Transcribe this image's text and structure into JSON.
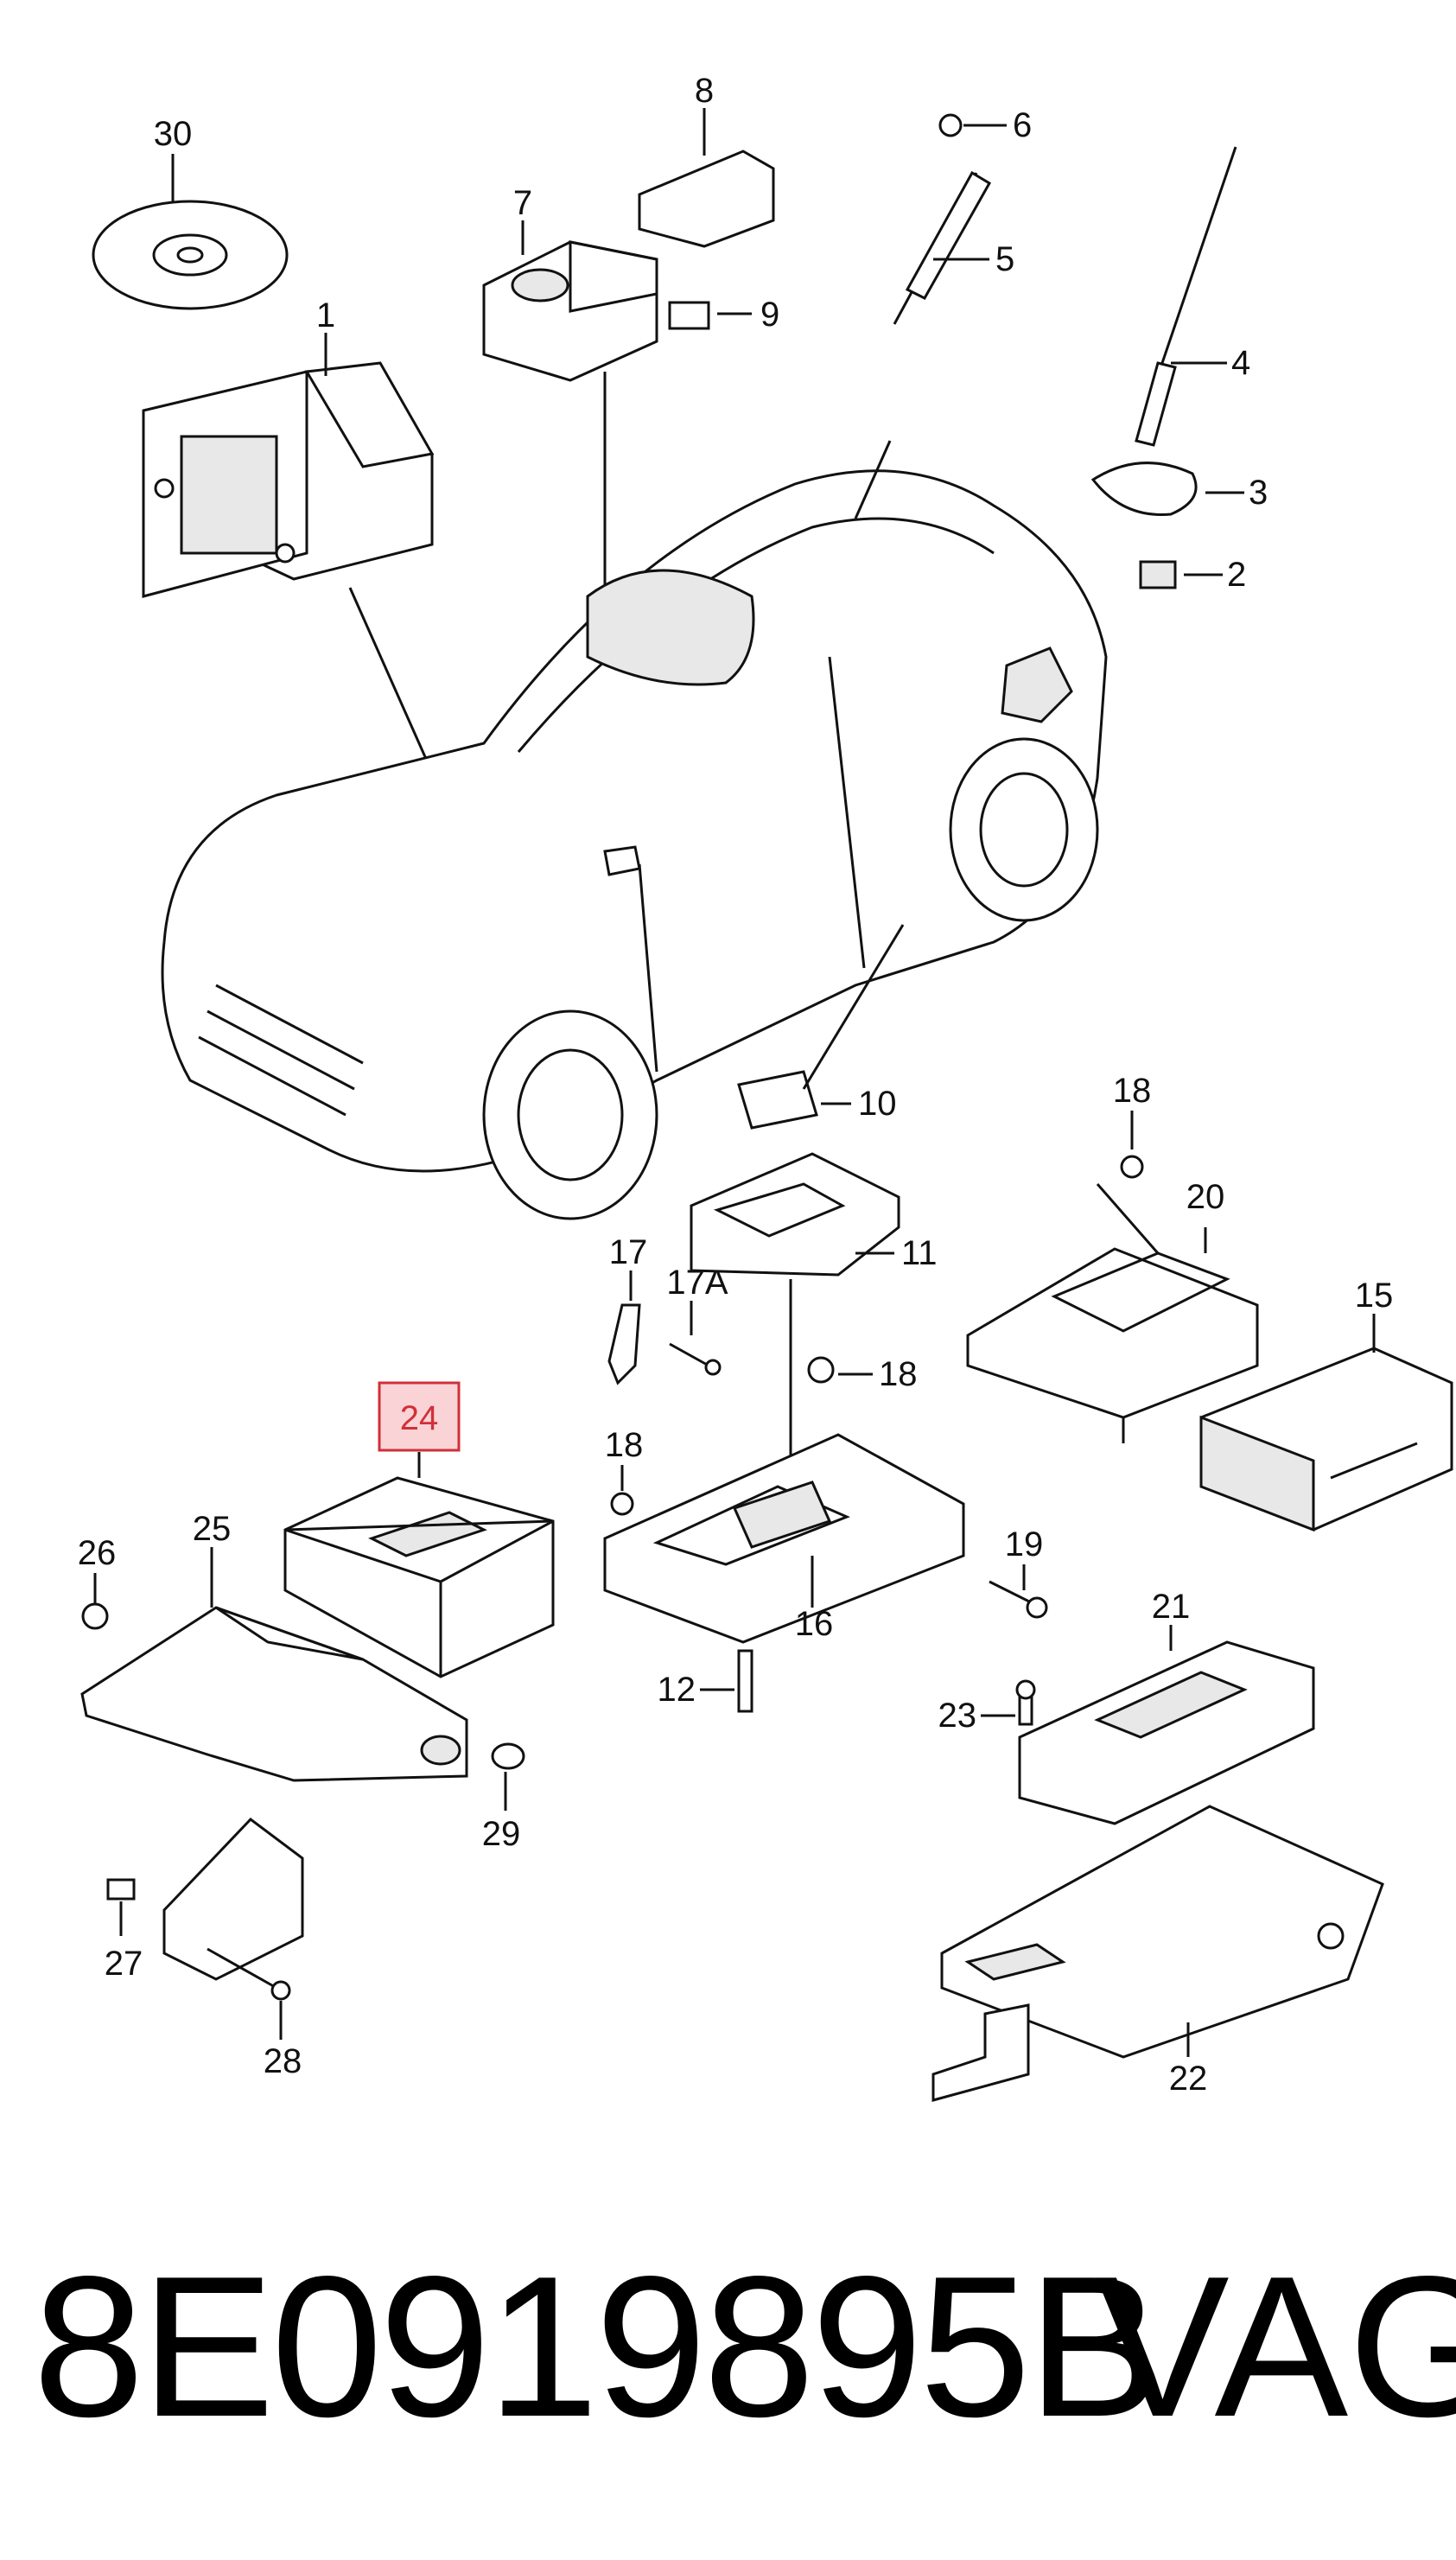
{
  "callouts": [
    {
      "id": "30",
      "text": "30"
    },
    {
      "id": "1",
      "text": "1"
    },
    {
      "id": "8",
      "text": "8"
    },
    {
      "id": "7",
      "text": "7"
    },
    {
      "id": "9",
      "text": "9"
    },
    {
      "id": "6",
      "text": "6"
    },
    {
      "id": "5",
      "text": "5"
    },
    {
      "id": "4",
      "text": "4"
    },
    {
      "id": "3",
      "text": "3"
    },
    {
      "id": "2",
      "text": "2"
    },
    {
      "id": "10",
      "text": "10"
    },
    {
      "id": "18a",
      "text": "18"
    },
    {
      "id": "20",
      "text": "20"
    },
    {
      "id": "11",
      "text": "11"
    },
    {
      "id": "17",
      "text": "17"
    },
    {
      "id": "17A",
      "text": "17A"
    },
    {
      "id": "18b",
      "text": "18"
    },
    {
      "id": "15",
      "text": "15"
    },
    {
      "id": "24",
      "text": "24"
    },
    {
      "id": "18c",
      "text": "18"
    },
    {
      "id": "26",
      "text": "26"
    },
    {
      "id": "25",
      "text": "25"
    },
    {
      "id": "19",
      "text": "19"
    },
    {
      "id": "16",
      "text": "16"
    },
    {
      "id": "21",
      "text": "21"
    },
    {
      "id": "12",
      "text": "12"
    },
    {
      "id": "23",
      "text": "23"
    },
    {
      "id": "29",
      "text": "29"
    },
    {
      "id": "27",
      "text": "27"
    },
    {
      "id": "28",
      "text": "28"
    },
    {
      "id": "22",
      "text": "22"
    }
  ],
  "highlighted_callout": "24",
  "highlight_color": "#d0303a",
  "footer": {
    "part_number": "8E0919895B",
    "brand": "VAG"
  }
}
